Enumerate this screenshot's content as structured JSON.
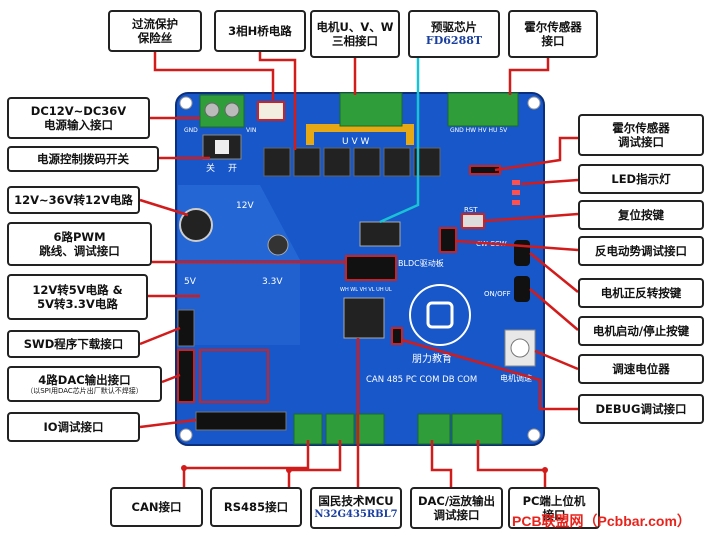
{
  "callouts": {
    "overcurrent_fuse": [
      "过流保护",
      "保险丝"
    ],
    "hbridge": "3相H桥电路",
    "motor_uvw": [
      "电机U、V、W",
      "三相接口"
    ],
    "predriver": [
      "预驱芯片",
      "FD6288T"
    ],
    "hall_interface": [
      "霍尔传感器",
      "接口"
    ],
    "power_input": [
      "DC12V~DC36V",
      "电源输入接口"
    ],
    "power_switch": "电源控制拨码开关",
    "conv_12v": "12V~36V转12V电路",
    "pwm6": [
      "6路PWM",
      "跳线、调试接口"
    ],
    "conv_5v33": [
      "12V转5V电路 &",
      "5V转3.3V电路"
    ],
    "swd": "SWD程序下载接口",
    "dac4": [
      "4路DAC输出接口",
      "（以SPI用DAC芯片出厂默认不焊接）"
    ],
    "io_debug": "IO调试接口",
    "hall_debug": [
      "霍尔传感器",
      "调试接口"
    ],
    "led": "LED指示灯",
    "reset": "复位按键",
    "bemf": "反电动势调试接口",
    "dir_key": "电机正反转按键",
    "startstop": "电机启动/停止按键",
    "pot": "调速电位器",
    "debug_if": "DEBUG调试接口",
    "can": "CAN接口",
    "rs485": "RS485接口",
    "mcu": [
      "国民技术MCU",
      "N32G435RBL7"
    ],
    "dac_debug": [
      "DAC/运放输出",
      "调试接口"
    ],
    "pc_host": [
      "PC端上位机",
      "接口"
    ]
  },
  "board_labels": {
    "brand": "朋力教育",
    "bldc": "BLDC驱动板",
    "v12": "12V",
    "v5": "5V",
    "v33": "3.3V",
    "sw_off": "关",
    "sw_on": "开",
    "rst": "RST",
    "hall_pins": "GND HW HV HU 5V",
    "gnd_vin": "GND",
    "vin": "VIN",
    "uvw": "U  V  W",
    "on_off": "ON/OFF",
    "ports": "CAN 485 PC  COM DB  COM",
    "pot_label": "电机调速",
    "cw": "CW CCW",
    "pwm_pins": "WH WL VH VL UH UL"
  },
  "watermark": "PCB联盟网（Pcbbar.com）"
}
